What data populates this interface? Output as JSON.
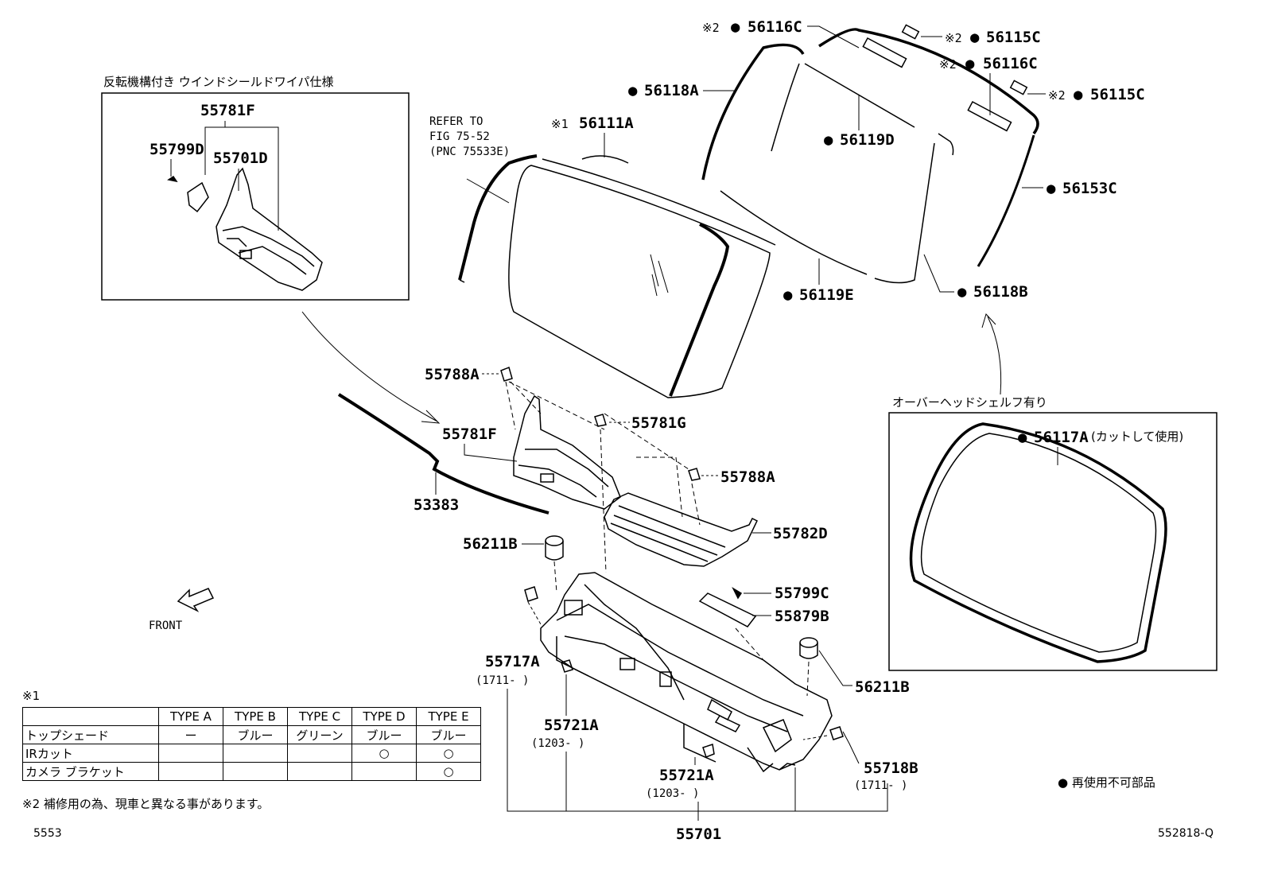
{
  "inset_left": {
    "title": "反転機構付き ウインドシールドワイパ仕様"
  },
  "inset_right": {
    "title": "オーバーヘッドシェルフ有り"
  },
  "reference": {
    "line1": "REFER TO",
    "line2": "FIG 75-52",
    "line3": "(PNC 75533E)"
  },
  "front_label": "FRONT",
  "marks": {
    "note1": "※1",
    "note2": "※2",
    "dot": "●"
  },
  "parts": {
    "p55781F_inset": "55781F",
    "p55799D": "55799D",
    "p55701D": "55701D",
    "p56111A": "56111A",
    "p56116C_a": "56116C",
    "p56115C_a": "56115C",
    "p56116C_b": "56116C",
    "p56115C_b": "56115C",
    "p56118A": "56118A",
    "p56119D": "56119D",
    "p56153C": "56153C",
    "p56119E": "56119E",
    "p56118B": "56118B",
    "p55788A_a": "55788A",
    "p55781G": "55781G",
    "p55781F": "55781F",
    "p55788A_b": "55788A",
    "p53383": "53383",
    "p55782D": "55782D",
    "p56211B_a": "56211B",
    "p55799C": "55799C",
    "p55879B": "55879B",
    "p56117A": "56117A",
    "p56117A_note": "(カットして使用)",
    "p55717A": "55717A",
    "p55717A_range": "(1711-    )",
    "p56211B_b": "56211B",
    "p55721A_a": "55721A",
    "p55721A_a_range": "(1203-    )",
    "p55721A_b": "55721A",
    "p55721A_b_range": "(1203-    )",
    "p55718B": "55718B",
    "p55718B_range": "(1711-    )",
    "p55701": "55701"
  },
  "table": {
    "label": "※1",
    "headers": [
      "",
      "TYPE A",
      "TYPE B",
      "TYPE C",
      "TYPE D",
      "TYPE E"
    ],
    "rows": [
      [
        "トップシェード",
        "ー",
        "ブルー",
        "グリーン",
        "ブルー",
        "ブルー"
      ],
      [
        "IRカット",
        "",
        "",
        "",
        "○",
        "○"
      ],
      [
        "カメラ ブラケット",
        "",
        "",
        "",
        "",
        "○"
      ]
    ]
  },
  "notes": {
    "note2_text": "※2 補修用の為、現車と異なる事があります。",
    "non_reusable": "● 再使用不可部品"
  },
  "footer": {
    "left_code": "5553",
    "right_code": "552818-Q"
  }
}
